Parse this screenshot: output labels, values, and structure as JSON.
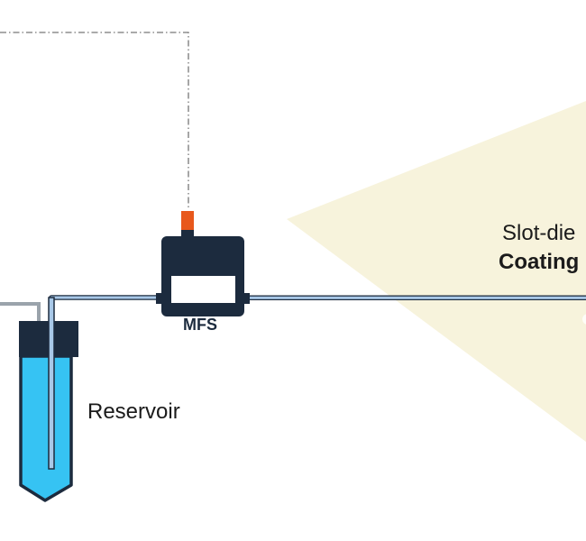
{
  "diagram": {
    "reservoir": {
      "label": "Reservoir"
    },
    "flow_sensor": {
      "label": "MFS"
    },
    "coating_head": {
      "label_line1": "Slot-die",
      "label_line2": "Coating"
    }
  },
  "colors": {
    "device_body": "#1c2b3e",
    "sensor_connector": "#e8581c",
    "reservoir_liquid": "#36c3f3",
    "tubing": "#a8c8e8",
    "coating_zone": "#f7f3dc",
    "signal_line": "#777777"
  }
}
